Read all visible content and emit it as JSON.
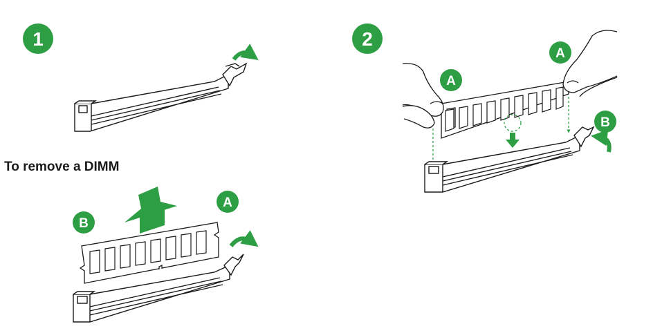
{
  "steps": [
    {
      "number": "1"
    },
    {
      "number": "2"
    }
  ],
  "remove_heading": "To remove a DIMM",
  "labels": {
    "a": "A",
    "b": "B"
  },
  "colors": {
    "accent_green": "#2e9e44",
    "line": "#1a1a1a",
    "fill": "#ffffff"
  }
}
